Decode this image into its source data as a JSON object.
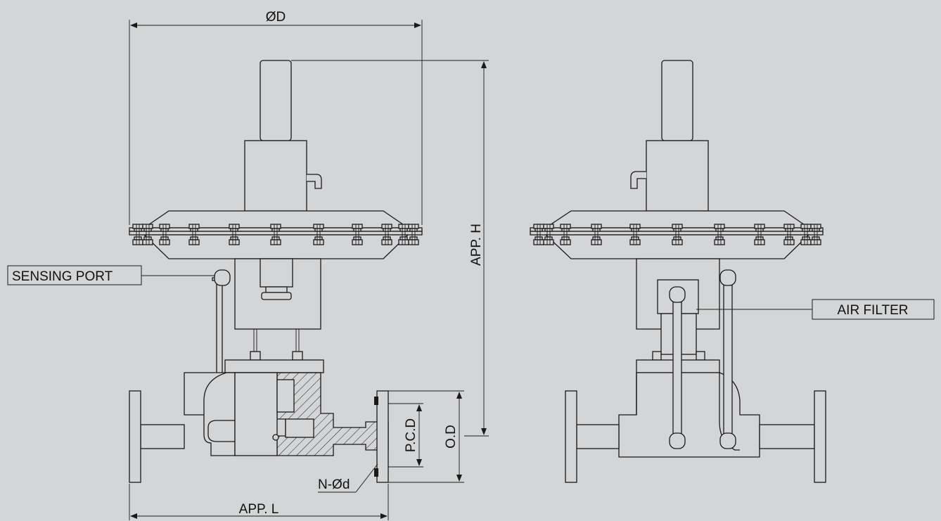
{
  "labels": {
    "diameter_top": "ØD",
    "height": "APP. H",
    "length": "APP. L",
    "pcd": "P.C.D",
    "od": "O.D",
    "bolt_holes": "N-Ød",
    "sensing_port": "SENSING PORT",
    "air_filter": "AIR FILTER"
  }
}
